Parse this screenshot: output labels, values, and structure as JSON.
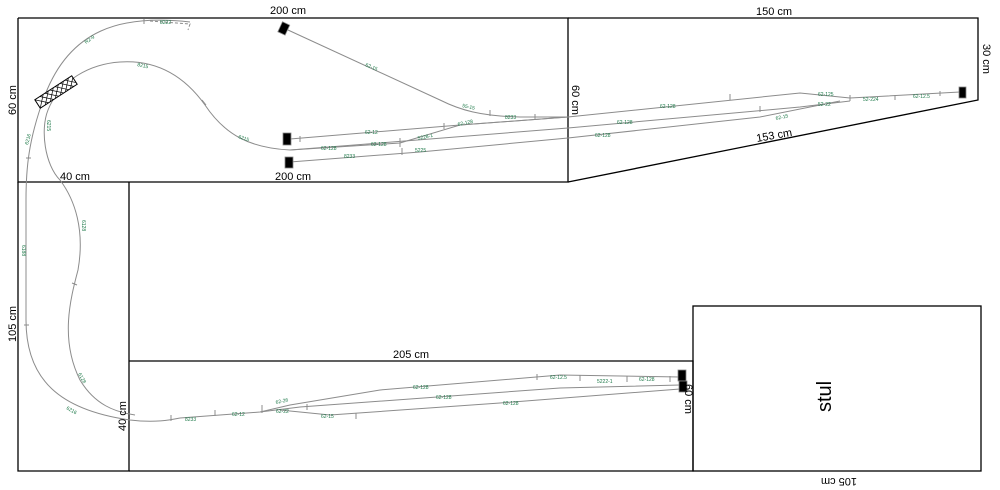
{
  "diagram": {
    "title": "Model railway track layout",
    "dimensions": {
      "top_left_width": "200 cm",
      "top_left_width_bottom": "200 cm",
      "top_left_height": "60 cm",
      "top_middle_height": "60 cm",
      "top_right_width": "150 cm",
      "top_right_height": "30 cm",
      "top_right_diagonal": "153 cm",
      "left_column_width": "40 cm",
      "left_column_height": "105 cm",
      "bottom_width": "205 cm",
      "bottom_left_height": "40 cm",
      "bottom_right_height": "60 cm",
      "table_width": "105 cm"
    },
    "table_label": "stul",
    "track_codes": {
      "top_arc": "8222",
      "outer_curve_1": "R2-9",
      "outer_curve_2": "6216",
      "inner_curve_top": "8215",
      "inner_curve_left": "6215",
      "inner_curve_right": "6215",
      "diag_1": "62-15",
      "diag_2": "55-15",
      "mid_1": "8233",
      "mid_2": "62-128",
      "mid_3": "62-12",
      "mid_4": "5228-1",
      "mid_5": "62-128",
      "mid_6": "62-128",
      "mid_7": "5225",
      "mid_8": "8233",
      "mid_9": "62-18",
      "mid_10": "62-18",
      "right_1": "62-128",
      "right_2": "62-128",
      "right_3": "62-128",
      "right_4": "62-15",
      "right_5": "62-125",
      "right_6": "52-22",
      "right_7": "52-224",
      "right_8": "62-12.5",
      "left_v1": "6188",
      "left_v2": "6128",
      "left_v3": "6128",
      "left_v4": "6216",
      "bot_1": "8233",
      "bot_2": "62-12",
      "bot_3": "62-26",
      "bot_4": "62-22",
      "bot_5": "62-15",
      "bot_6": "62-128",
      "bot_7": "62-128",
      "bot_8": "62-128",
      "bot_9": "62-12.5",
      "bot_10": "5222-1",
      "bot_11": "62-128"
    }
  }
}
